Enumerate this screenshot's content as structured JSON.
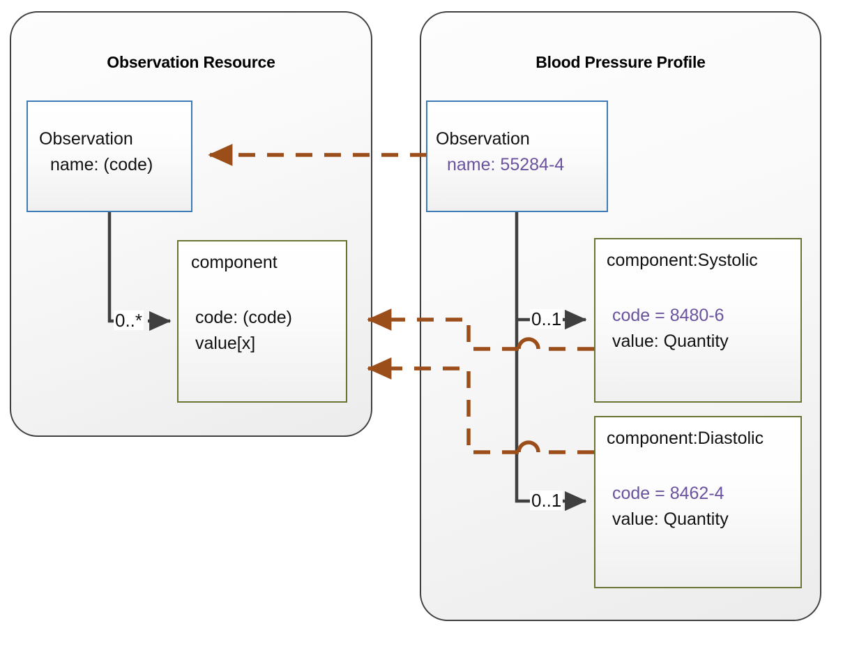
{
  "diagram": {
    "title_left": "Observation Resource",
    "title_right": "Blood Pressure Profile",
    "colors": {
      "panel_border": "#3f3f3f",
      "box_blue": "#3d7ab8",
      "box_olive": "#6b7434",
      "relation_brown": "#9c4e1a",
      "composition_gray": "#3f3f3f",
      "value_violet": "#6a529e"
    }
  },
  "left_panel": {
    "title": "Observation Resource",
    "observation_box": {
      "name": "Observation",
      "attribute": "name: (code)"
    },
    "component_box": {
      "name": "component",
      "attr_code": "code: (code)",
      "attr_value": "value[x]"
    },
    "multiplicity": "0..*"
  },
  "right_panel": {
    "title": "Blood Pressure Profile",
    "observation_box": {
      "name": "Observation",
      "attribute": "name: 55284-4"
    },
    "systolic_box": {
      "name": "component:Systolic",
      "attr_code": "code = 8480-6",
      "attr_value": "value: Quantity",
      "multiplicity": "0..1"
    },
    "diastolic_box": {
      "name": "component:Diastolic",
      "attr_code": "code = 8462-4",
      "attr_value": "value: Quantity",
      "multiplicity": "0..1"
    }
  }
}
